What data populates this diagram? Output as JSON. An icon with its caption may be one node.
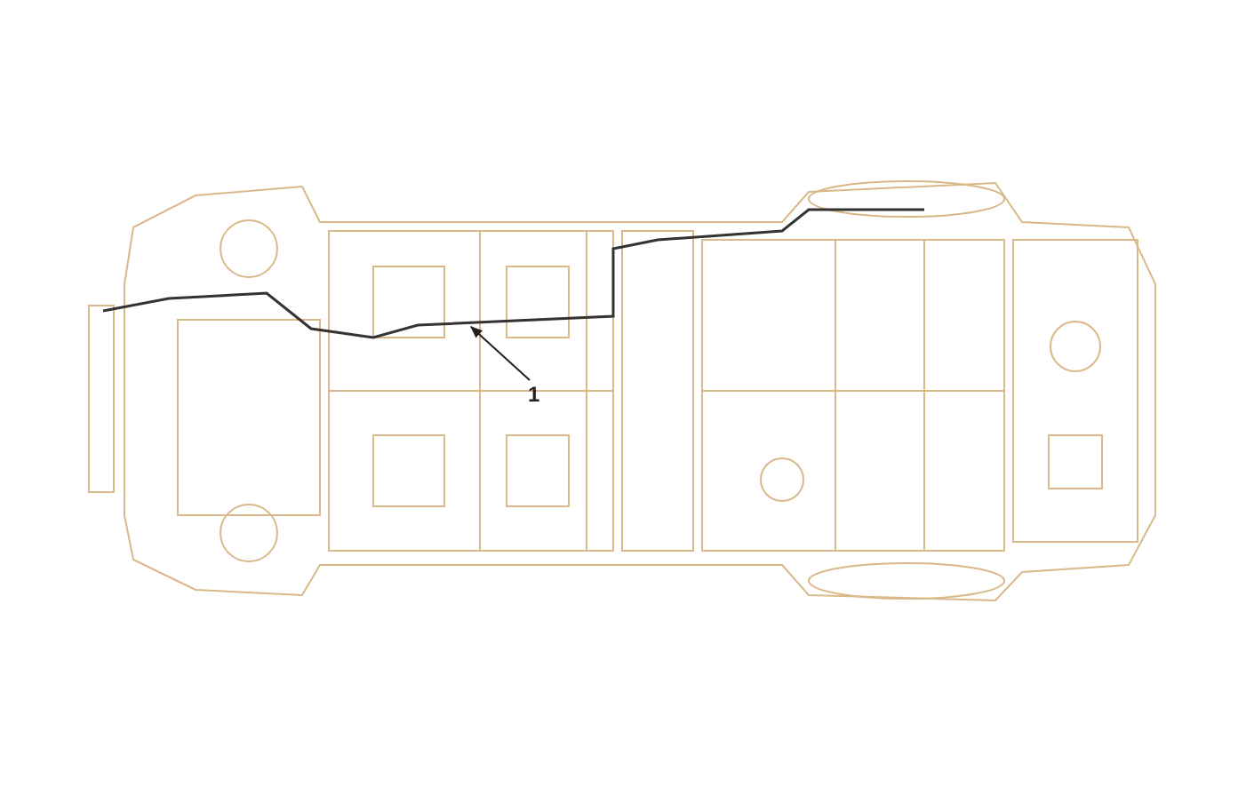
{
  "diagram": {
    "nodes": [
      {
        "text": [
          "1"
        ]
      },
      {
        "text": [],
        "shape": "picture"
      }
    ],
    "edges": [
      {
        "from": 0,
        "to": 1,
        "arrow": "to"
      }
    ]
  }
}
